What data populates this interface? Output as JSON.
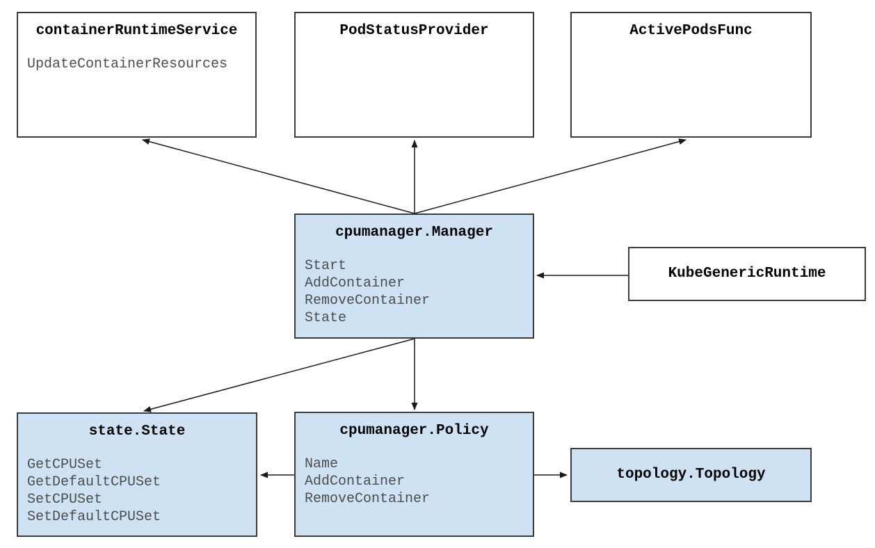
{
  "diagram": {
    "boxes": {
      "container_runtime_service": {
        "title": "containerRuntimeService",
        "methods": [
          "UpdateContainerResources"
        ],
        "highlighted": false
      },
      "pod_status_provider": {
        "title": "PodStatusProvider",
        "methods": [],
        "highlighted": false
      },
      "active_pods_func": {
        "title": "ActivePodsFunc",
        "methods": [],
        "highlighted": false
      },
      "cpumanager_manager": {
        "title": "cpumanager.Manager",
        "methods": [
          "Start",
          "AddContainer",
          "RemoveContainer",
          "State"
        ],
        "highlighted": true
      },
      "kube_generic_runtime": {
        "title": "KubeGenericRuntime",
        "methods": [],
        "highlighted": false
      },
      "state_state": {
        "title": "state.State",
        "methods": [
          "GetCPUSet",
          "GetDefaultCPUSet",
          "SetCPUSet",
          "SetDefaultCPUSet"
        ],
        "highlighted": true
      },
      "cpumanager_policy": {
        "title": "cpumanager.Policy",
        "methods": [
          "Name",
          "AddContainer",
          "RemoveContainer"
        ],
        "highlighted": true
      },
      "topology_topology": {
        "title": "topology.Topology",
        "methods": [],
        "highlighted": true
      }
    },
    "edges": [
      {
        "from": "cpumanager_manager",
        "to": "container_runtime_service"
      },
      {
        "from": "cpumanager_manager",
        "to": "pod_status_provider"
      },
      {
        "from": "cpumanager_manager",
        "to": "active_pods_func"
      },
      {
        "from": "kube_generic_runtime",
        "to": "cpumanager_manager"
      },
      {
        "from": "cpumanager_manager",
        "to": "state_state"
      },
      {
        "from": "cpumanager_manager",
        "to": "cpumanager_policy"
      },
      {
        "from": "cpumanager_policy",
        "to": "state_state"
      },
      {
        "from": "cpumanager_policy",
        "to": "topology_topology"
      }
    ],
    "colors": {
      "highlight_fill": "#cfe2f3",
      "plain_fill": "#ffffff",
      "box_border": "#3b3b3b",
      "title_text": "#000000",
      "method_text": "#4d4d4d",
      "arrow": "#1a1a1a",
      "background": "#ffffff"
    }
  }
}
